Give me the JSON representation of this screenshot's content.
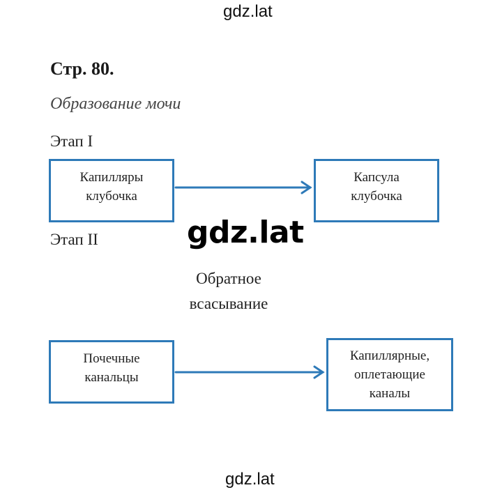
{
  "watermark": {
    "top": "gdz.lat",
    "center": "gdz.lat",
    "bottom": "gdz.lat"
  },
  "page": {
    "title": "Стр. 80.",
    "subtitle": "Образование мочи"
  },
  "stage1": {
    "label": "Этап I",
    "from_box": "Капилляры\nклубочка",
    "to_box": "Капсула\nклубочка"
  },
  "stage2": {
    "label": "Этап  II",
    "process": "Обратное\nвсасывание",
    "from_box": "Почечные\nканальцы",
    "to_box": "Капиллярные,\nоплетающие\nканалы"
  },
  "colors": {
    "box_border": "#2e7ab8",
    "arrow": "#2e7ab8"
  }
}
